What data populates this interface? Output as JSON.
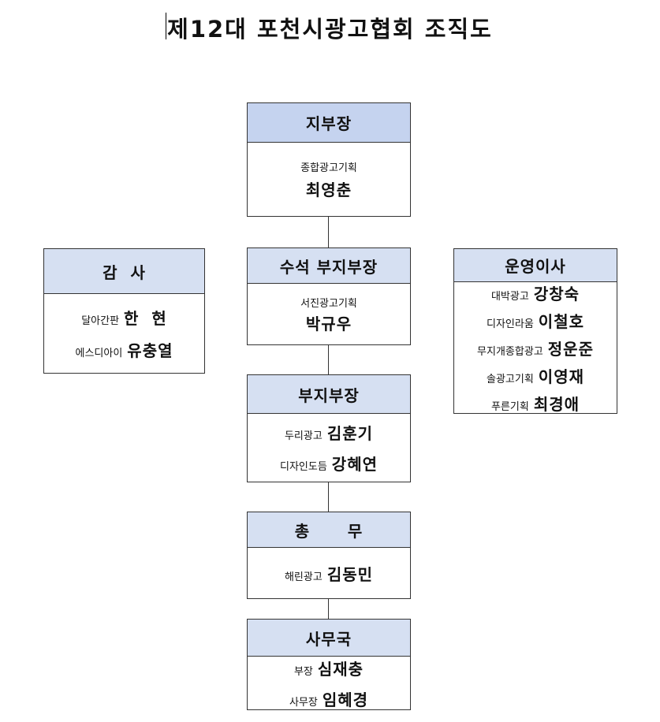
{
  "title": "제12대 포천시광고협회 조직도",
  "branch_manager": {
    "title": "지부장",
    "org": "종합광고기획",
    "name": "최영춘"
  },
  "senior_vice": {
    "title": "수석 부지부장",
    "org": "서진광고기획",
    "name": "박규우"
  },
  "vice": {
    "title": "부지부장",
    "members": [
      {
        "org": "두리광고",
        "name": "김훈기"
      },
      {
        "org": "디자인도듬",
        "name": "강혜연"
      }
    ]
  },
  "general_affairs": {
    "title": "총      무",
    "members": [
      {
        "org": "해린광고",
        "name": "김동민"
      }
    ]
  },
  "secretariat": {
    "title": "사무국",
    "members": [
      {
        "org": "부장",
        "name": "심재충"
      },
      {
        "org": "사무장",
        "name": "임혜경"
      }
    ]
  },
  "auditor": {
    "title": "감  사",
    "members": [
      {
        "org": "달아간판",
        "name": "한  현"
      },
      {
        "org": "에스디아이",
        "name": "유충열"
      }
    ]
  },
  "directors": {
    "title": "운영이사",
    "members": [
      {
        "org": "대박광고",
        "name": "강창숙"
      },
      {
        "org": "디자인라움",
        "name": "이철호"
      },
      {
        "org": "무지개종합광고",
        "name": "정운준"
      },
      {
        "org": "솔광고기획",
        "name": "이영재"
      },
      {
        "org": "푸른기획",
        "name": "최경애"
      }
    ]
  }
}
